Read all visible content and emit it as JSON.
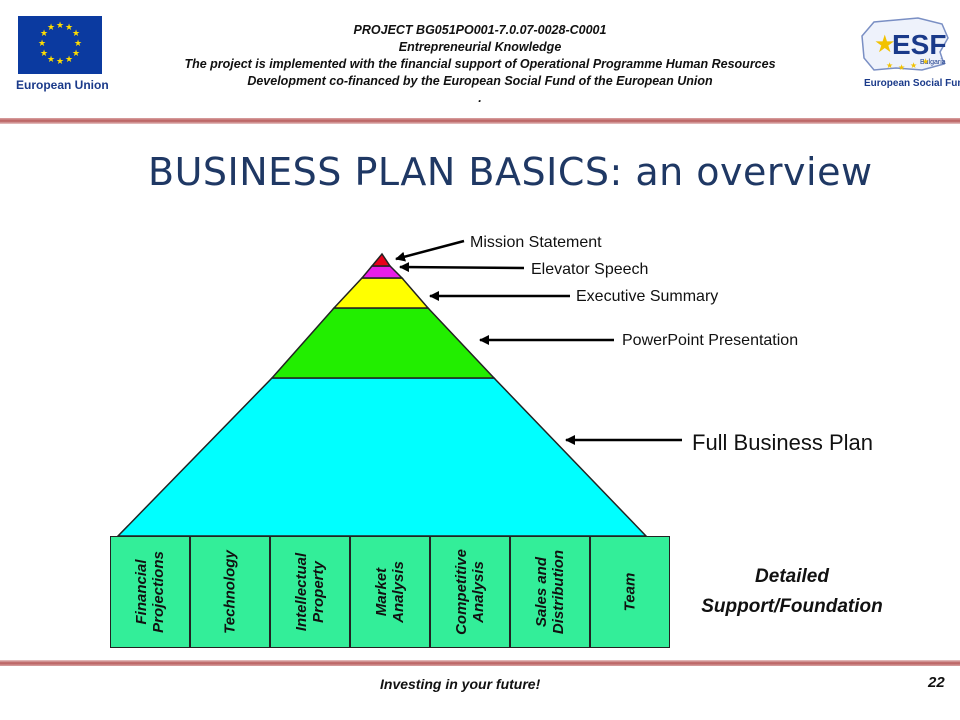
{
  "header": {
    "lines": [
      "PROJECT BG051PO001-7.0.07-0028-C0001",
      "Entrepreneurial Knowledge",
      "The project is implemented with the financial support of Operational Programme  Human Resources",
      "Development  co-financed by the European Social Fund of the European Union",
      "."
    ],
    "eu_logo_text": "European Union",
    "esf_logo_title": "ESF",
    "esf_logo_sub": "Bulgaria",
    "esf_logo_text": "European Social Fund"
  },
  "title": "BUSINESS PLAN BASICS: an overview",
  "pyramid": {
    "levels": [
      {
        "label": "Mission Statement",
        "color": "#e8001c"
      },
      {
        "label": "Elevator Speech",
        "color": "#e81ee8"
      },
      {
        "label": "Executive Summary",
        "color": "#ffff00"
      },
      {
        "label": "PowerPoint Presentation",
        "color": "#22ee00"
      },
      {
        "label": "Full Business Plan",
        "color": "#00ffff"
      }
    ]
  },
  "foundation": {
    "items": [
      "Financial\nProjections",
      "Technology",
      "Intellectual\nProperty",
      "Market\nAnalysis",
      "Competitive\nAnalysis",
      "Sales and\nDistribution",
      "Team"
    ],
    "color": "#33ee99",
    "label": "Detailed\nSupport/Foundation"
  },
  "footer": {
    "tagline": "Investing in your future!",
    "page_number": "22"
  }
}
